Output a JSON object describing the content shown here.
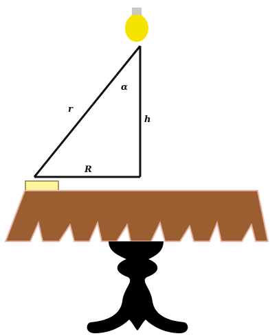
{
  "labels": {
    "angle": "α",
    "hypotenuse": "r",
    "height": "h",
    "base": "R"
  },
  "colors": {
    "bulb": "#f5e300",
    "bulb_base": "#c8c8c8",
    "triangle": "#111111",
    "table_top": "#9a5e30",
    "table_edge": "#e8b4a4",
    "card": "#fff59a",
    "pedestal": "#000000"
  }
}
